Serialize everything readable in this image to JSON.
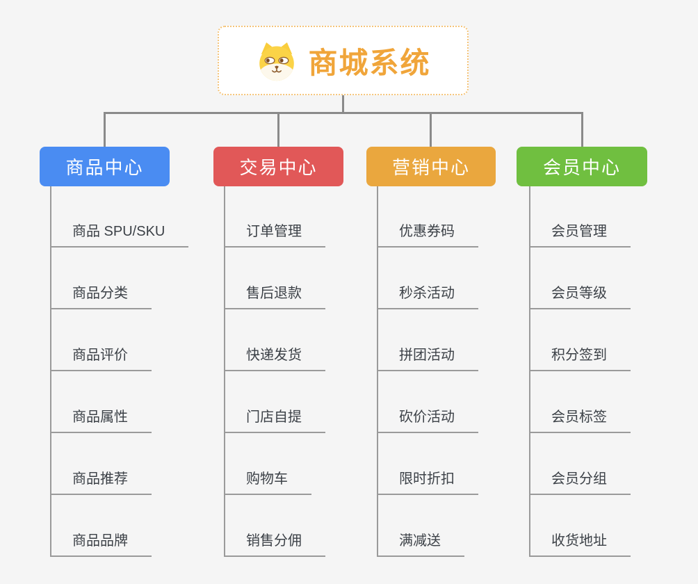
{
  "root": {
    "title": "商城系统",
    "icon": "dog-icon"
  },
  "colors": {
    "background": "#f5f5f5",
    "connector": "#8a8a8a",
    "leaf_line": "#9a9a9a",
    "root_border": "#f5c479",
    "root_text": "#f0a53a"
  },
  "branches": [
    {
      "label": "商品中心",
      "color": "#4a8cf2",
      "items": [
        "商品 SPU/SKU",
        "商品分类",
        "商品评价",
        "商品属性",
        "商品推荐",
        "商品品牌"
      ]
    },
    {
      "label": "交易中心",
      "color": "#e15858",
      "items": [
        "订单管理",
        "售后退款",
        "快递发货",
        "门店自提",
        "购物车",
        "销售分佣"
      ]
    },
    {
      "label": "营销中心",
      "color": "#eaa73e",
      "items": [
        "优惠券码",
        "秒杀活动",
        "拼团活动",
        "砍价活动",
        "限时折扣",
        "满减送"
      ]
    },
    {
      "label": "会员中心",
      "color": "#70bf40",
      "items": [
        "会员管理",
        "会员等级",
        "积分签到",
        "会员标签",
        "会员分组",
        "收货地址"
      ]
    }
  ]
}
